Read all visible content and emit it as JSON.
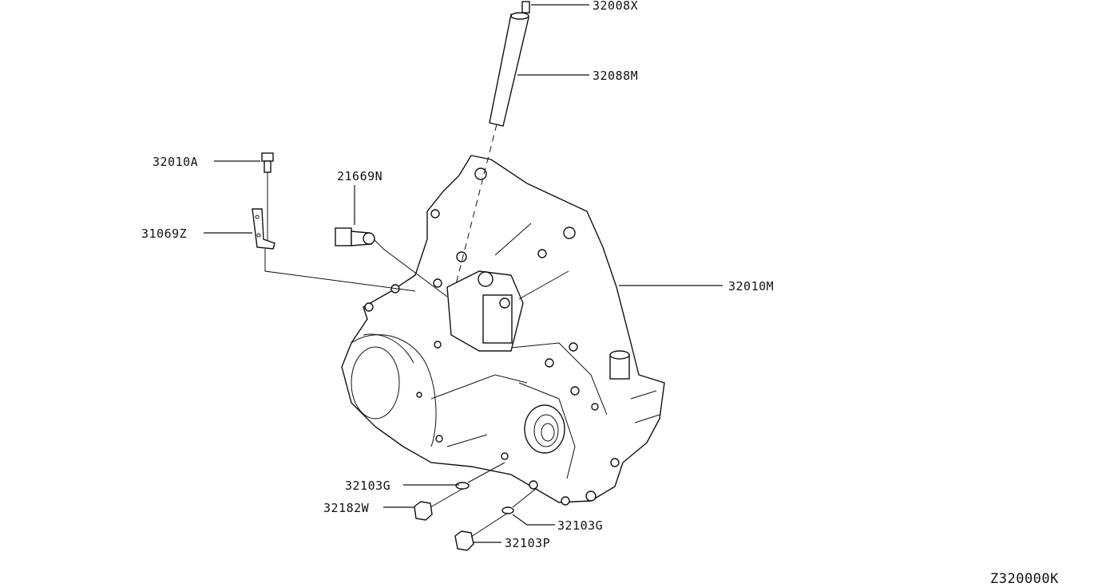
{
  "diagram": {
    "code": "Z320000K",
    "labels": {
      "p32008x": "32008X",
      "p32088m": "32088M",
      "p32010a": "32010A",
      "p21669n": "21669N",
      "p31069z": "31069Z",
      "p32010m": "32010M",
      "p32103g_left": "32103G",
      "p32182w": "32182W",
      "p32103g_right": "32103G",
      "p32103p": "32103P"
    }
  }
}
